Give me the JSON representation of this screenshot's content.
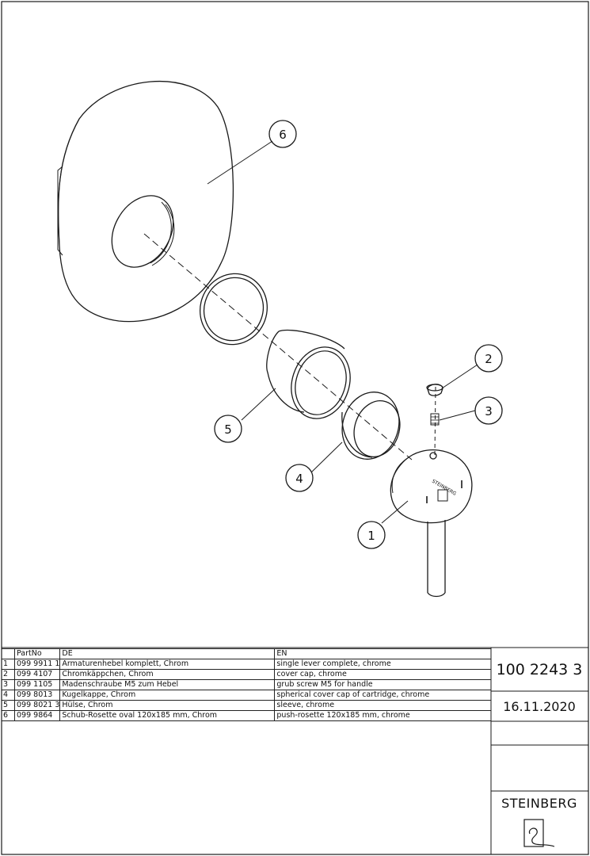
{
  "callouts": [
    "1",
    "2",
    "3",
    "4",
    "5",
    "6"
  ],
  "table": {
    "headers": [
      "",
      "PartNo",
      "DE",
      "EN"
    ],
    "rows": [
      {
        "pos": "1",
        "part": "099 9911 1",
        "de": "Armaturenhebel komplett, Chrom",
        "en": "single lever complete, chrome"
      },
      {
        "pos": "2",
        "part": "099 4107",
        "de": "Chromkäppchen, Chrom",
        "en": "cover cap, chrome"
      },
      {
        "pos": "3",
        "part": "099 1105",
        "de": "Madenschraube M5 zum Hebel",
        "en": "grub screw M5 for handle"
      },
      {
        "pos": "4",
        "part": "099 8013",
        "de": "Kugelkappe, Chrom",
        "en": "spherical cover cap of cartridge, chrome"
      },
      {
        "pos": "5",
        "part": "099 8021 3",
        "de": "Hülse, Chrom",
        "en": "sleeve, chrome"
      },
      {
        "pos": "6",
        "part": "099 9864",
        "de": "Schub-Rosette oval 120x185 mm, Chrom",
        "en": "push-rosette 120x185 mm, chrome"
      }
    ]
  },
  "title_block": {
    "document_number": "100 2243 3",
    "date": "16.11.2020",
    "brand": "STEINBERG"
  },
  "part_label": "STEINBERG"
}
